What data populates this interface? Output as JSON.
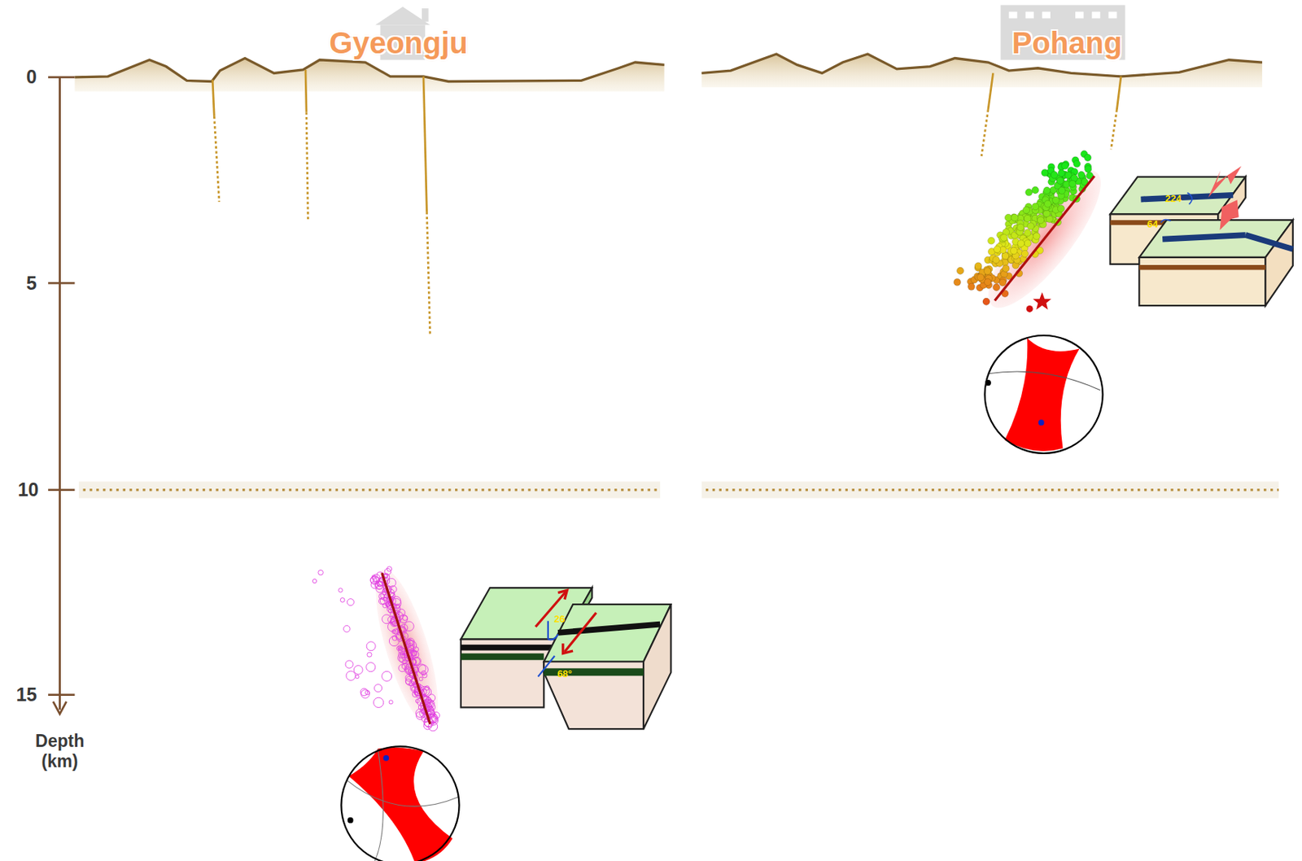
{
  "diagram": {
    "labels": [
      "Gyeongju",
      "Pohang",
      "0",
      "5",
      "10",
      "15",
      "Depth (km)",
      "26",
      "68°",
      "224",
      "64"
    ]
  }
}
